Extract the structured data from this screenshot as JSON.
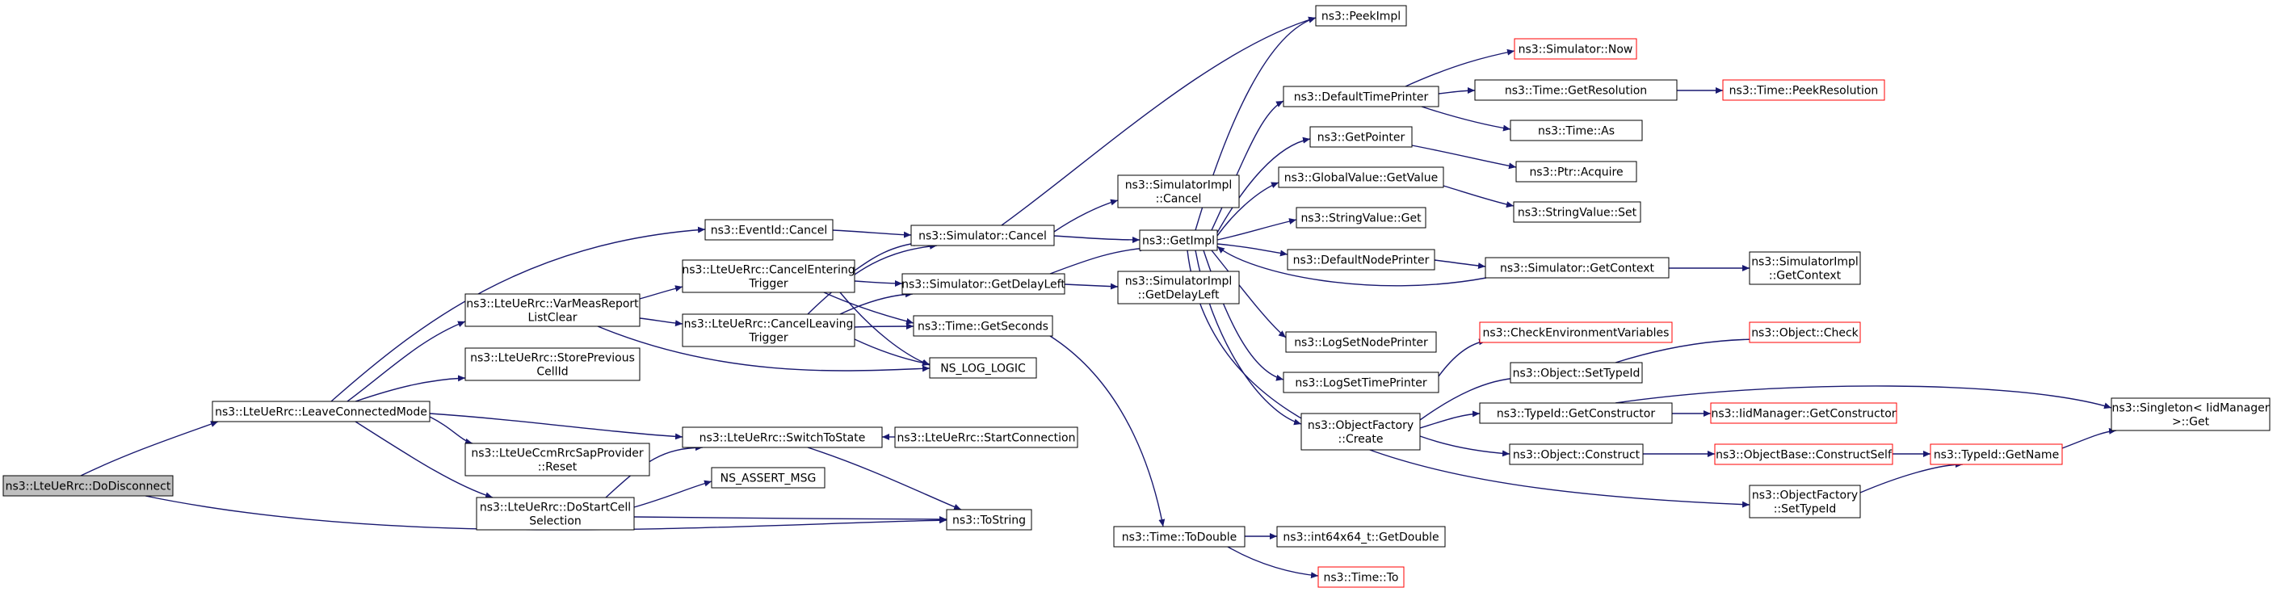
{
  "colors": {
    "edge": "#191970",
    "node_border": "#000000",
    "truncated_border": "#ff0000",
    "root_fill": "#bfbfbf",
    "node_fill": "#ffffff",
    "text": "#000000"
  },
  "nodes": [
    {
      "id": "n0",
      "lines": [
        "ns3::LteUeRrc::DoDisconnect"
      ],
      "style": "root"
    },
    {
      "id": "n1",
      "lines": [
        "ns3::LteUeRrc::LeaveConnectedMode"
      ],
      "style": "normal"
    },
    {
      "id": "n2",
      "lines": [
        "ns3::ToString"
      ],
      "style": "normal"
    },
    {
      "id": "n3",
      "lines": [
        "ns3::EventId::Cancel"
      ],
      "style": "normal"
    },
    {
      "id": "n4",
      "lines": [
        "ns3::LteUeRrc::VarMeasReport",
        "ListClear"
      ],
      "style": "normal"
    },
    {
      "id": "n5",
      "lines": [
        "ns3::LteUeRrc::StorePrevious",
        "CellId"
      ],
      "style": "normal"
    },
    {
      "id": "n6",
      "lines": [
        "ns3::LteUeCcmRrcSapProvider",
        "::Reset"
      ],
      "style": "normal"
    },
    {
      "id": "n7",
      "lines": [
        "ns3::LteUeRrc::DoStartCell",
        "Selection"
      ],
      "style": "normal"
    },
    {
      "id": "n8",
      "lines": [
        "ns3::LteUeRrc::CancelEntering",
        "Trigger"
      ],
      "style": "normal"
    },
    {
      "id": "n9",
      "lines": [
        "ns3::LteUeRrc::CancelLeaving",
        "Trigger"
      ],
      "style": "normal"
    },
    {
      "id": "n10",
      "lines": [
        "ns3::LteUeRrc::SwitchToState"
      ],
      "style": "normal"
    },
    {
      "id": "n11",
      "lines": [
        "NS_ASSERT_MSG"
      ],
      "style": "normal"
    },
    {
      "id": "n12",
      "lines": [
        "ns3::Simulator::Cancel"
      ],
      "style": "normal"
    },
    {
      "id": "n13",
      "lines": [
        "ns3::Simulator::GetDelayLeft"
      ],
      "style": "normal"
    },
    {
      "id": "n14",
      "lines": [
        "ns3::Time::GetSeconds"
      ],
      "style": "normal"
    },
    {
      "id": "n15",
      "lines": [
        "NS_LOG_LOGIC"
      ],
      "style": "normal"
    },
    {
      "id": "n16",
      "lines": [
        "ns3::LteUeRrc::StartConnection"
      ],
      "style": "normal"
    },
    {
      "id": "n17",
      "lines": [
        "ns3::SimulatorImpl",
        "::Cancel"
      ],
      "style": "normal"
    },
    {
      "id": "n18",
      "lines": [
        "ns3::SimulatorImpl",
        "::GetDelayLeft"
      ],
      "style": "normal"
    },
    {
      "id": "n19",
      "lines": [
        "ns3::GetImpl"
      ],
      "style": "normal"
    },
    {
      "id": "n20",
      "lines": [
        "ns3::Time::ToDouble"
      ],
      "style": "normal"
    },
    {
      "id": "n21",
      "lines": [
        "ns3::PeekImpl"
      ],
      "style": "normal"
    },
    {
      "id": "n22",
      "lines": [
        "ns3::DefaultTimePrinter"
      ],
      "style": "normal"
    },
    {
      "id": "n23",
      "lines": [
        "ns3::GetPointer"
      ],
      "style": "normal"
    },
    {
      "id": "n24",
      "lines": [
        "ns3::GlobalValue::GetValue"
      ],
      "style": "normal"
    },
    {
      "id": "n25",
      "lines": [
        "ns3::StringValue::Get"
      ],
      "style": "normal"
    },
    {
      "id": "n26",
      "lines": [
        "ns3::DefaultNodePrinter"
      ],
      "style": "normal"
    },
    {
      "id": "n27",
      "lines": [
        "ns3::LogSetNodePrinter"
      ],
      "style": "normal"
    },
    {
      "id": "n28",
      "lines": [
        "ns3::LogSetTimePrinter"
      ],
      "style": "normal"
    },
    {
      "id": "n29",
      "lines": [
        "ns3::ObjectFactory",
        "::Create"
      ],
      "style": "normal"
    },
    {
      "id": "n30",
      "lines": [
        "ns3::ObjectFactory",
        "::SetTypeId"
      ],
      "style": "normal"
    },
    {
      "id": "n31",
      "lines": [
        "ns3::int64x64_t::GetDouble"
      ],
      "style": "normal"
    },
    {
      "id": "n32",
      "lines": [
        "ns3::Time::To"
      ],
      "style": "truncated"
    },
    {
      "id": "n33",
      "lines": [
        "ns3::Simulator::Now"
      ],
      "style": "truncated"
    },
    {
      "id": "n34",
      "lines": [
        "ns3::Time::GetResolution"
      ],
      "style": "normal"
    },
    {
      "id": "n35",
      "lines": [
        "ns3::Time::As"
      ],
      "style": "normal"
    },
    {
      "id": "n36",
      "lines": [
        "ns3::Ptr::Acquire"
      ],
      "style": "normal"
    },
    {
      "id": "n37",
      "lines": [
        "ns3::StringValue::Set"
      ],
      "style": "normal"
    },
    {
      "id": "n38",
      "lines": [
        "ns3::Simulator::GetContext"
      ],
      "style": "normal"
    },
    {
      "id": "n39",
      "lines": [
        "ns3::CheckEnvironmentVariables"
      ],
      "style": "truncated"
    },
    {
      "id": "n40",
      "lines": [
        "ns3::Object::SetTypeId"
      ],
      "style": "normal"
    },
    {
      "id": "n41",
      "lines": [
        "ns3::TypeId::GetConstructor"
      ],
      "style": "normal"
    },
    {
      "id": "n42",
      "lines": [
        "ns3::Object::Construct"
      ],
      "style": "normal"
    },
    {
      "id": "n43",
      "lines": [
        "ns3::Time::PeekResolution"
      ],
      "style": "truncated"
    },
    {
      "id": "n44",
      "lines": [
        "ns3::SimulatorImpl",
        "::GetContext"
      ],
      "style": "normal"
    },
    {
      "id": "n45",
      "lines": [
        "ns3::Object::Check"
      ],
      "style": "truncated"
    },
    {
      "id": "n46",
      "lines": [
        "ns3::IidManager::GetConstructor"
      ],
      "style": "truncated"
    },
    {
      "id": "n47",
      "lines": [
        "ns3::ObjectBase::ConstructSelf"
      ],
      "style": "truncated"
    },
    {
      "id": "n48",
      "lines": [
        "ns3::TypeId::GetName"
      ],
      "style": "truncated"
    },
    {
      "id": "n49",
      "lines": [
        "ns3::Singleton< IidManager",
        " >::Get"
      ],
      "style": "normal"
    }
  ],
  "edges": [
    [
      "n0",
      "n1"
    ],
    [
      "n0",
      "n2"
    ],
    [
      "n1",
      "n3"
    ],
    [
      "n1",
      "n4"
    ],
    [
      "n1",
      "n5"
    ],
    [
      "n1",
      "n6"
    ],
    [
      "n1",
      "n7"
    ],
    [
      "n1",
      "n10"
    ],
    [
      "n3",
      "n12"
    ],
    [
      "n4",
      "n8"
    ],
    [
      "n4",
      "n9"
    ],
    [
      "n4",
      "n15"
    ],
    [
      "n7",
      "n10"
    ],
    [
      "n7",
      "n11"
    ],
    [
      "n7",
      "n2"
    ],
    [
      "n8",
      "n12"
    ],
    [
      "n8",
      "n13"
    ],
    [
      "n8",
      "n14"
    ],
    [
      "n8",
      "n15"
    ],
    [
      "n9",
      "n12"
    ],
    [
      "n9",
      "n13"
    ],
    [
      "n9",
      "n14"
    ],
    [
      "n9",
      "n15"
    ],
    [
      "n10",
      "n2"
    ],
    [
      "n16",
      "n10"
    ],
    [
      "n12",
      "n21"
    ],
    [
      "n12",
      "n17"
    ],
    [
      "n12",
      "n19"
    ],
    [
      "n13",
      "n19"
    ],
    [
      "n13",
      "n18"
    ],
    [
      "n14",
      "n20"
    ],
    [
      "n20",
      "n31"
    ],
    [
      "n20",
      "n32"
    ],
    [
      "n19",
      "n21"
    ],
    [
      "n19",
      "n22"
    ],
    [
      "n19",
      "n23"
    ],
    [
      "n19",
      "n24"
    ],
    [
      "n19",
      "n25"
    ],
    [
      "n19",
      "n26"
    ],
    [
      "n19",
      "n27"
    ],
    [
      "n19",
      "n28"
    ],
    [
      "n19",
      "n29"
    ],
    [
      "n19",
      "n30"
    ],
    [
      "n22",
      "n33"
    ],
    [
      "n22",
      "n34"
    ],
    [
      "n22",
      "n35"
    ],
    [
      "n34",
      "n43"
    ],
    [
      "n23",
      "n36"
    ],
    [
      "n24",
      "n37"
    ],
    [
      "n26",
      "n38"
    ],
    [
      "n38",
      "n19"
    ],
    [
      "n38",
      "n44"
    ],
    [
      "n28",
      "n39"
    ],
    [
      "n29",
      "n40"
    ],
    [
      "n29",
      "n41"
    ],
    [
      "n29",
      "n42"
    ],
    [
      "n40",
      "n45"
    ],
    [
      "n41",
      "n46"
    ],
    [
      "n41",
      "n49"
    ],
    [
      "n42",
      "n47"
    ],
    [
      "n47",
      "n48"
    ],
    [
      "n30",
      "n48"
    ],
    [
      "n48",
      "n49"
    ]
  ]
}
